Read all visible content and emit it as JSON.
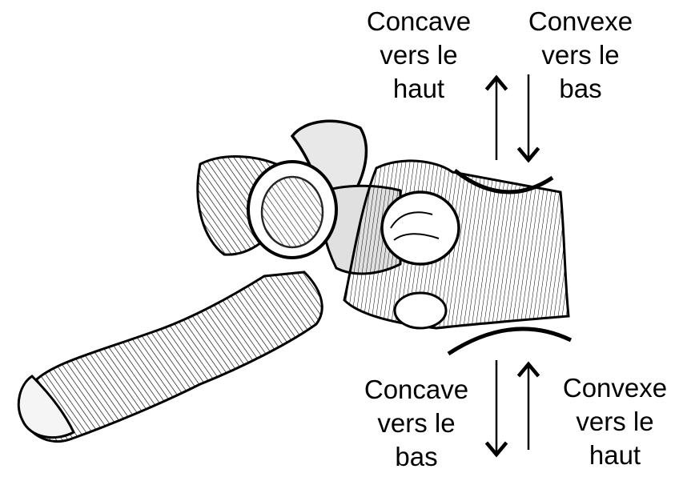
{
  "labels": {
    "top_left": {
      "line1": "Concave",
      "line2": "vers le",
      "line3": "haut"
    },
    "top_right": {
      "line1": "Convexe",
      "line2": "vers le",
      "line3": "bas"
    },
    "bottom_left": {
      "line1": "Concave",
      "line2": "vers le",
      "line3": "bas"
    },
    "bottom_right": {
      "line1": "Convexe",
      "line2": "vers le",
      "line3": "haut"
    }
  },
  "arrows": {
    "top_left": "up",
    "top_right": "down",
    "bottom_left": "down",
    "bottom_right": "up"
  },
  "illustration": "vertebra-engraving",
  "colors": {
    "ink": "#000000",
    "bone_shade": "#d8d8d8",
    "background": "#ffffff"
  }
}
